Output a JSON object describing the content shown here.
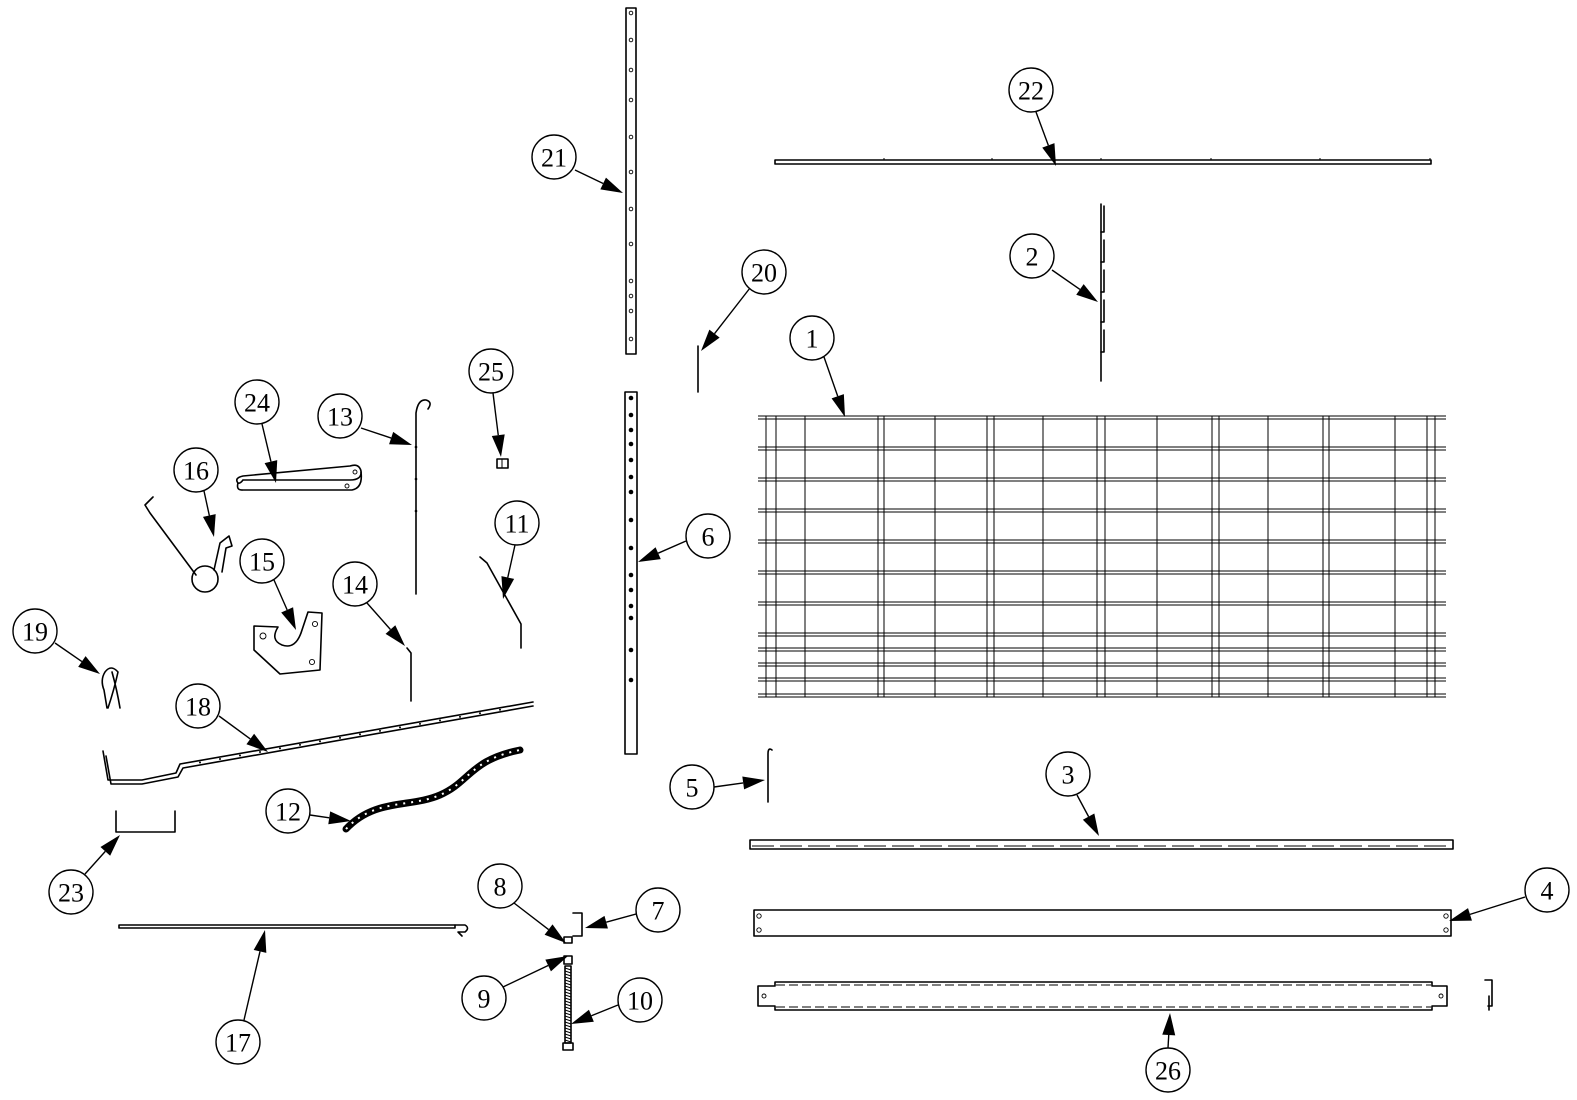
{
  "balloons": [
    {
      "id": "b1",
      "label": "1"
    },
    {
      "id": "b2",
      "label": "2"
    },
    {
      "id": "b3",
      "label": "3"
    },
    {
      "id": "b4",
      "label": "4"
    },
    {
      "id": "b5",
      "label": "5"
    },
    {
      "id": "b6",
      "label": "6"
    },
    {
      "id": "b7",
      "label": "7"
    },
    {
      "id": "b8",
      "label": "8"
    },
    {
      "id": "b9",
      "label": "9"
    },
    {
      "id": "b10",
      "label": "10"
    },
    {
      "id": "b11",
      "label": "11"
    },
    {
      "id": "b12",
      "label": "12"
    },
    {
      "id": "b13",
      "label": "13"
    },
    {
      "id": "b14",
      "label": "14"
    },
    {
      "id": "b15",
      "label": "15"
    },
    {
      "id": "b16",
      "label": "16"
    },
    {
      "id": "b17",
      "label": "17"
    },
    {
      "id": "b18",
      "label": "18"
    },
    {
      "id": "b19",
      "label": "19"
    },
    {
      "id": "b20",
      "label": "20"
    },
    {
      "id": "b21",
      "label": "21"
    },
    {
      "id": "b22",
      "label": "22"
    },
    {
      "id": "b23",
      "label": "23"
    },
    {
      "id": "b24",
      "label": "24"
    },
    {
      "id": "b25",
      "label": "25"
    },
    {
      "id": "b26",
      "label": "26"
    }
  ],
  "colors": {
    "line": "#000000",
    "background": "#ffffff"
  }
}
